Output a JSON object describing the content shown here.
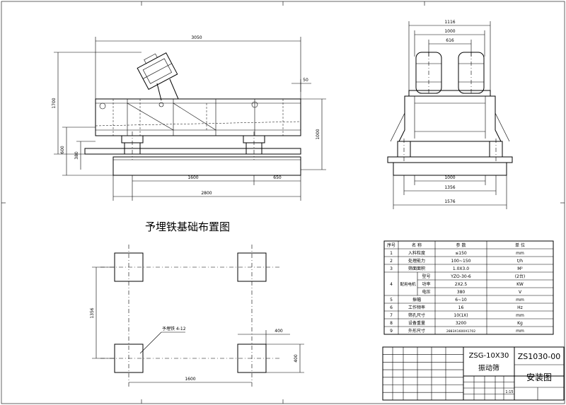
{
  "front_view": {
    "dim_top": "3050",
    "dim_left_total": "1700",
    "dim_left_mid": "600",
    "dim_left_low": "380",
    "dim_right_top": "50",
    "dim_right_height": "1000",
    "dim_bottom_inner": "1600",
    "dim_bottom_right": "650",
    "dim_bottom_total": "2800"
  },
  "side_view": {
    "dim_top_1": "1116",
    "dim_top_2": "1000",
    "dim_top_3": "616",
    "dim_bottom_1": "1000",
    "dim_bottom_2": "1356",
    "dim_bottom_3": "1576"
  },
  "foundation": {
    "title": "予埋铁基础布置图",
    "dim_vertical": "1356",
    "dim_bottom": "1600",
    "dim_block_w": "400",
    "dim_block_h": "400",
    "note": "予埋铁 4-12"
  },
  "spec_table": {
    "headers": [
      "序号",
      "名 称",
      "参 数",
      "单 位"
    ],
    "rows": [
      {
        "no": "1",
        "name": "入料粒度",
        "value": "≤150",
        "unit": "mm"
      },
      {
        "no": "2",
        "name": "处理能力",
        "value": "100~150",
        "unit": "t/h"
      },
      {
        "no": "3",
        "name": "筛面面积",
        "value": "1.0X3.0",
        "unit": "M²"
      },
      {
        "no": "5",
        "name": "振幅",
        "value": "6~10",
        "unit": "mm"
      },
      {
        "no": "6",
        "name": "工作频率",
        "value": "16",
        "unit": "Hz"
      },
      {
        "no": "7",
        "name": "筛孔尺寸",
        "value": "10(1X)",
        "unit": "mm"
      },
      {
        "no": "8",
        "name": "设备重量",
        "value": "3200",
        "unit": "Kg"
      },
      {
        "no": "9",
        "name": "外形尺寸",
        "value": "2883X1600X1702",
        "unit": "mm"
      }
    ],
    "motor": {
      "no": "4",
      "group": "配用电机",
      "rows": [
        {
          "name": "型号",
          "value": "YZO-30-6",
          "unit": "(2台)"
        },
        {
          "name": "功率",
          "value": "2X2.5",
          "unit": "KW"
        },
        {
          "name": "电压",
          "value": "380",
          "unit": "V"
        }
      ]
    }
  },
  "title_block": {
    "product_code": "ZSG-10X30",
    "product_name": "振动筛",
    "drawing_no": "ZS1030-00",
    "drawing_name": "安装图",
    "scale": "1:15"
  }
}
